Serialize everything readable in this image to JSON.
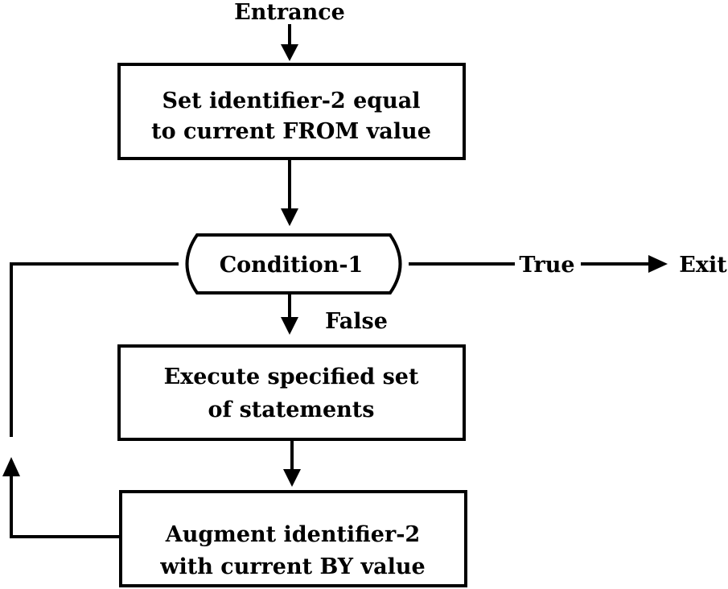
{
  "diagram": {
    "entrance_label": "Entrance",
    "set_box": {
      "line1": "Set identifier-2 equal",
      "line2": "to current FROM value"
    },
    "condition_label": "Condition-1",
    "true_label": "True",
    "exit_label": "Exit",
    "false_label": "False",
    "execute_box": {
      "line1": "Execute specified set",
      "line2": "of statements"
    },
    "augment_box": {
      "line1": "Augment identifier-2",
      "line2": "with current BY value"
    }
  }
}
